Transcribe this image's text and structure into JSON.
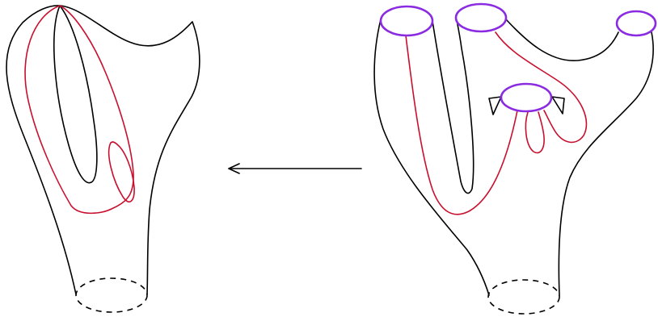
{
  "figure": {
    "colors": {
      "surface_outline": "#000000",
      "curves": "#c8102e",
      "boundary_circles": "#8a2be2",
      "background": "#ffffff"
    },
    "left_surface": {
      "boundary": "dashed-ellipse",
      "red_curves": 2
    },
    "right_surface": {
      "boundary": "dashed-ellipse",
      "purple_boundary_circles": 4,
      "red_curves": 3,
      "small_flaps": 2
    },
    "arrow": {
      "direction": "right-to-left"
    }
  }
}
